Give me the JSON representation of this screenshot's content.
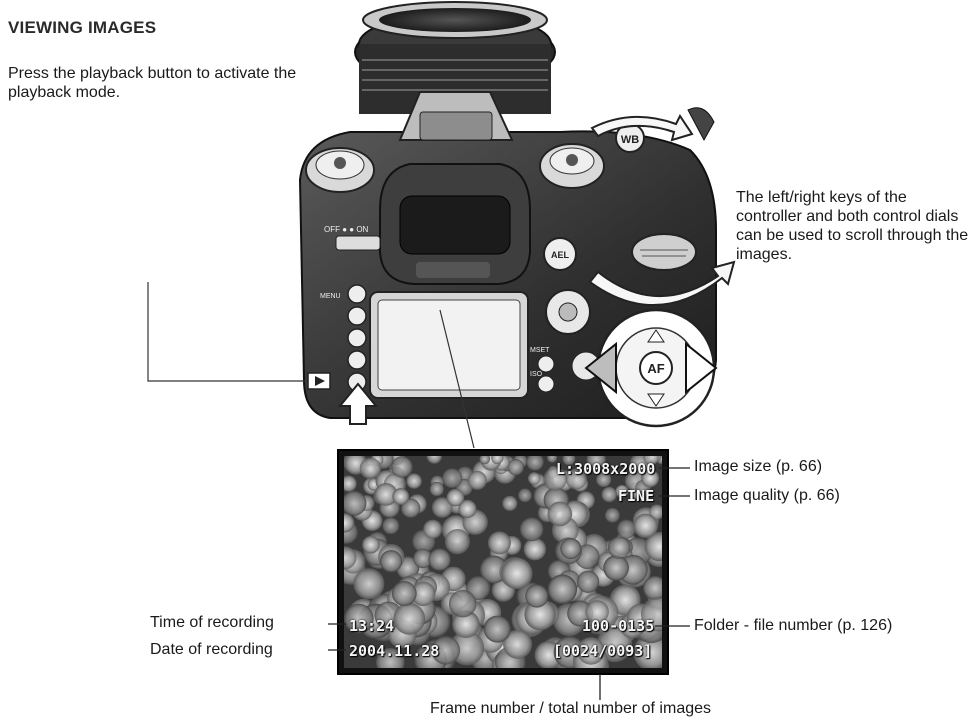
{
  "heading": "VIEWING IMAGES",
  "intro_text": "Press the playback button to activate the playback mode.",
  "scroll_text": "The left/right keys of the controller and both control dials can be used to scroll through the images.",
  "controller_center_label": "AF",
  "camera_labels": {
    "menu": "MENU",
    "mset": "MSET",
    "iso": "ISO",
    "wb": "WB",
    "ael": "AEL",
    "power": "OFF ● ● ON"
  },
  "lcd": {
    "image_size": "L:3008x2000",
    "image_quality": "FINE",
    "time": "13:24",
    "date": "2004.11.28",
    "folder_file": "100-0135",
    "frame_count": "[0024/0093]"
  },
  "callouts": {
    "image_size": "Image size (p. 66)",
    "image_quality": "Image quality (p. 66)",
    "folder_file": "Folder - file number (p. 126)",
    "time": "Time of recording",
    "date": "Date of recording",
    "frame": "Frame number / total number of images"
  }
}
